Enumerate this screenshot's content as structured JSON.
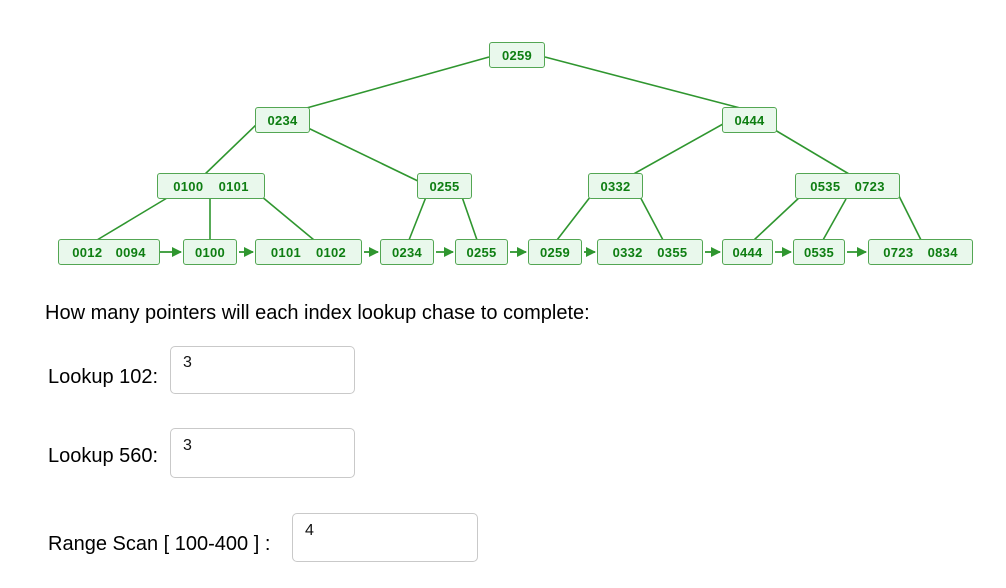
{
  "tree": {
    "nodes": [
      {
        "keys": [
          "0259"
        ]
      },
      {
        "keys": [
          "0234"
        ]
      },
      {
        "keys": [
          "0444"
        ]
      },
      {
        "keys": [
          "0100",
          "0101"
        ]
      },
      {
        "keys": [
          "0255"
        ]
      },
      {
        "keys": [
          "0332"
        ]
      },
      {
        "keys": [
          "0535",
          "0723"
        ]
      }
    ],
    "leaves": [
      {
        "keys": [
          "0012",
          "0094"
        ]
      },
      {
        "keys": [
          "0100"
        ]
      },
      {
        "keys": [
          "0101",
          "0102"
        ]
      },
      {
        "keys": [
          "0234"
        ]
      },
      {
        "keys": [
          "0255"
        ]
      },
      {
        "keys": [
          "0259"
        ]
      },
      {
        "keys": [
          "0332",
          "0355"
        ]
      },
      {
        "keys": [
          "0444"
        ]
      },
      {
        "keys": [
          "0535"
        ]
      },
      {
        "keys": [
          "0723",
          "0834"
        ]
      }
    ]
  },
  "question": "How many pointers will each index lookup chase to complete:",
  "fields": [
    {
      "label": "Lookup 102:",
      "value": "3"
    },
    {
      "label": "Lookup 560:",
      "value": "3"
    },
    {
      "label": "Range Scan [ 100-400 ] :",
      "value": "4"
    }
  ],
  "colors": {
    "node_fill": "#e9f8ec",
    "node_border": "#53a653",
    "node_text": "#0e7e12",
    "edge": "#2f962f"
  }
}
